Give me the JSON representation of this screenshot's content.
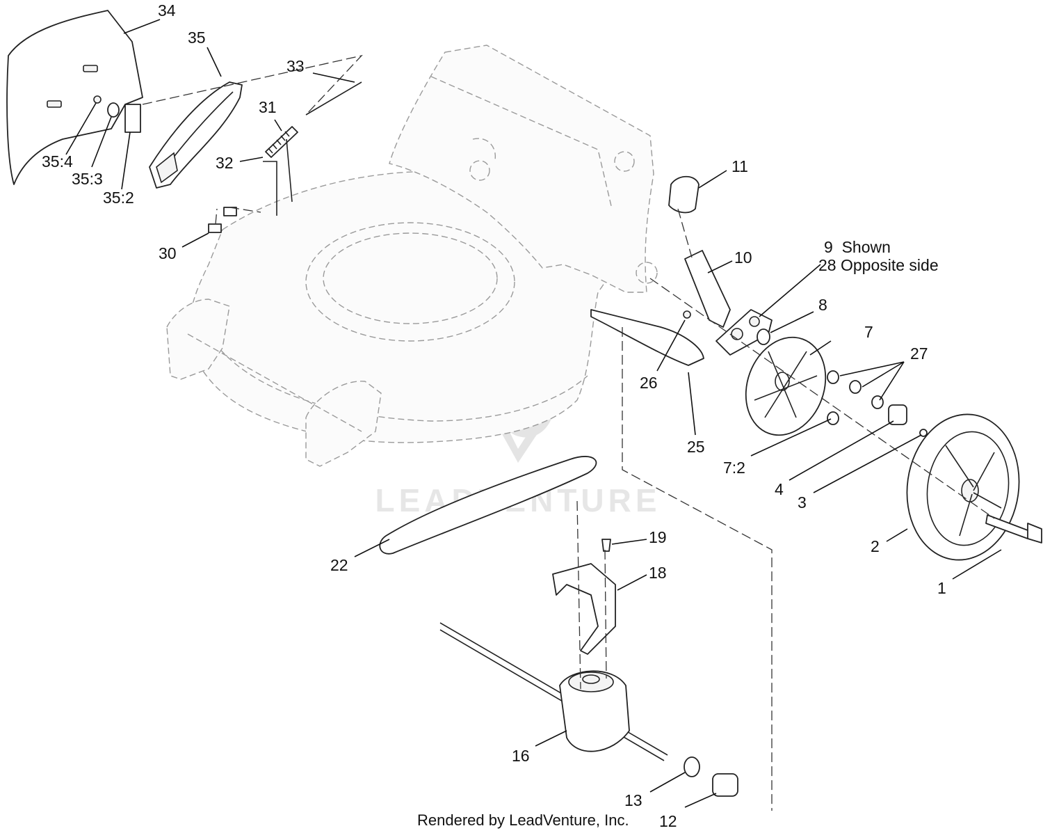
{
  "footer": {
    "credit": "Rendered by LeadVenture, Inc."
  },
  "watermark": {
    "text": "LEADVENTURE"
  },
  "callouts": [
    {
      "id": "1",
      "text": "1"
    },
    {
      "id": "2",
      "text": "2"
    },
    {
      "id": "3",
      "text": "3"
    },
    {
      "id": "4",
      "text": "4"
    },
    {
      "id": "7",
      "text": "7"
    },
    {
      "id": "7-2",
      "text": "7:2"
    },
    {
      "id": "8",
      "text": "8"
    },
    {
      "id": "9",
      "text": "9  Shown"
    },
    {
      "id": "28",
      "text": "28 Opposite side"
    },
    {
      "id": "10",
      "text": "10"
    },
    {
      "id": "11",
      "text": "11"
    },
    {
      "id": "12",
      "text": "12"
    },
    {
      "id": "13",
      "text": "13"
    },
    {
      "id": "16",
      "text": "16"
    },
    {
      "id": "18",
      "text": "18"
    },
    {
      "id": "19",
      "text": "19"
    },
    {
      "id": "22",
      "text": "22"
    },
    {
      "id": "25",
      "text": "25"
    },
    {
      "id": "26",
      "text": "26"
    },
    {
      "id": "27",
      "text": "27"
    },
    {
      "id": "30",
      "text": "30"
    },
    {
      "id": "31",
      "text": "31"
    },
    {
      "id": "32",
      "text": "32"
    },
    {
      "id": "33",
      "text": "33"
    },
    {
      "id": "34",
      "text": "34"
    },
    {
      "id": "35",
      "text": "35"
    },
    {
      "id": "35-2",
      "text": "35:2"
    },
    {
      "id": "35-3",
      "text": "35:3"
    },
    {
      "id": "35-4",
      "text": "35:4"
    }
  ]
}
